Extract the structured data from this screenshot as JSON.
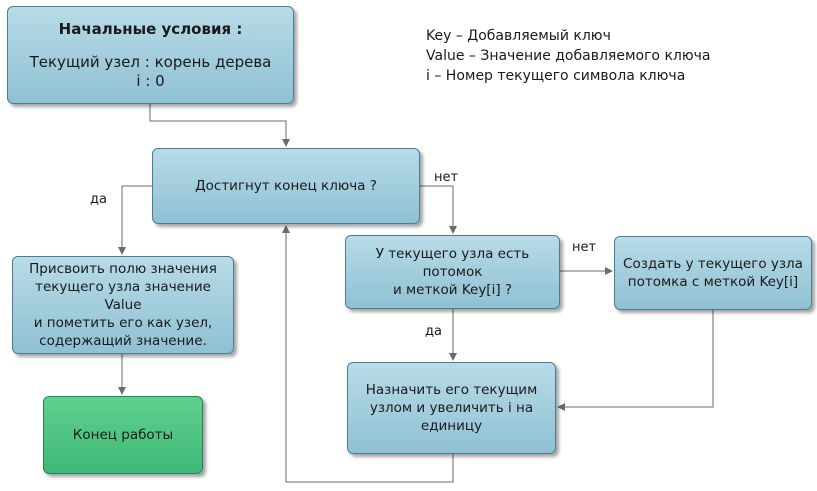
{
  "start": {
    "title": "Начальные условия :",
    "line1": "Текущий узел : корень дерева",
    "line2": "i : 0"
  },
  "legend": {
    "key": "Key – Добавляемый ключ",
    "value": "Value – Значение добавляемого ключа",
    "i": "i – Номер текущего символа ключа"
  },
  "nodes": {
    "check": "Достигнут конец ключа ?",
    "assign": [
      "Присвоить полю значения",
      "текущего узла значение Value",
      "и пометить его как узел,",
      "содержащий значение."
    ],
    "end": "Конец работы",
    "child": [
      "У текущего узла есть потомок",
      "и меткой Key[i] ?"
    ],
    "create": [
      "Создать у текущего узла",
      "потомка с меткой Key[i]"
    ],
    "next": [
      "Назначить его текущим",
      "узлом и увеличить i на",
      "единицу"
    ]
  },
  "edge_labels": {
    "yes1": "да",
    "no1": "нет",
    "no2": "нет",
    "yes2": "да"
  },
  "colors": {
    "node_fill": "#9fcbdb",
    "end_fill": "#4cc481",
    "edge": "#6b6b6b"
  }
}
